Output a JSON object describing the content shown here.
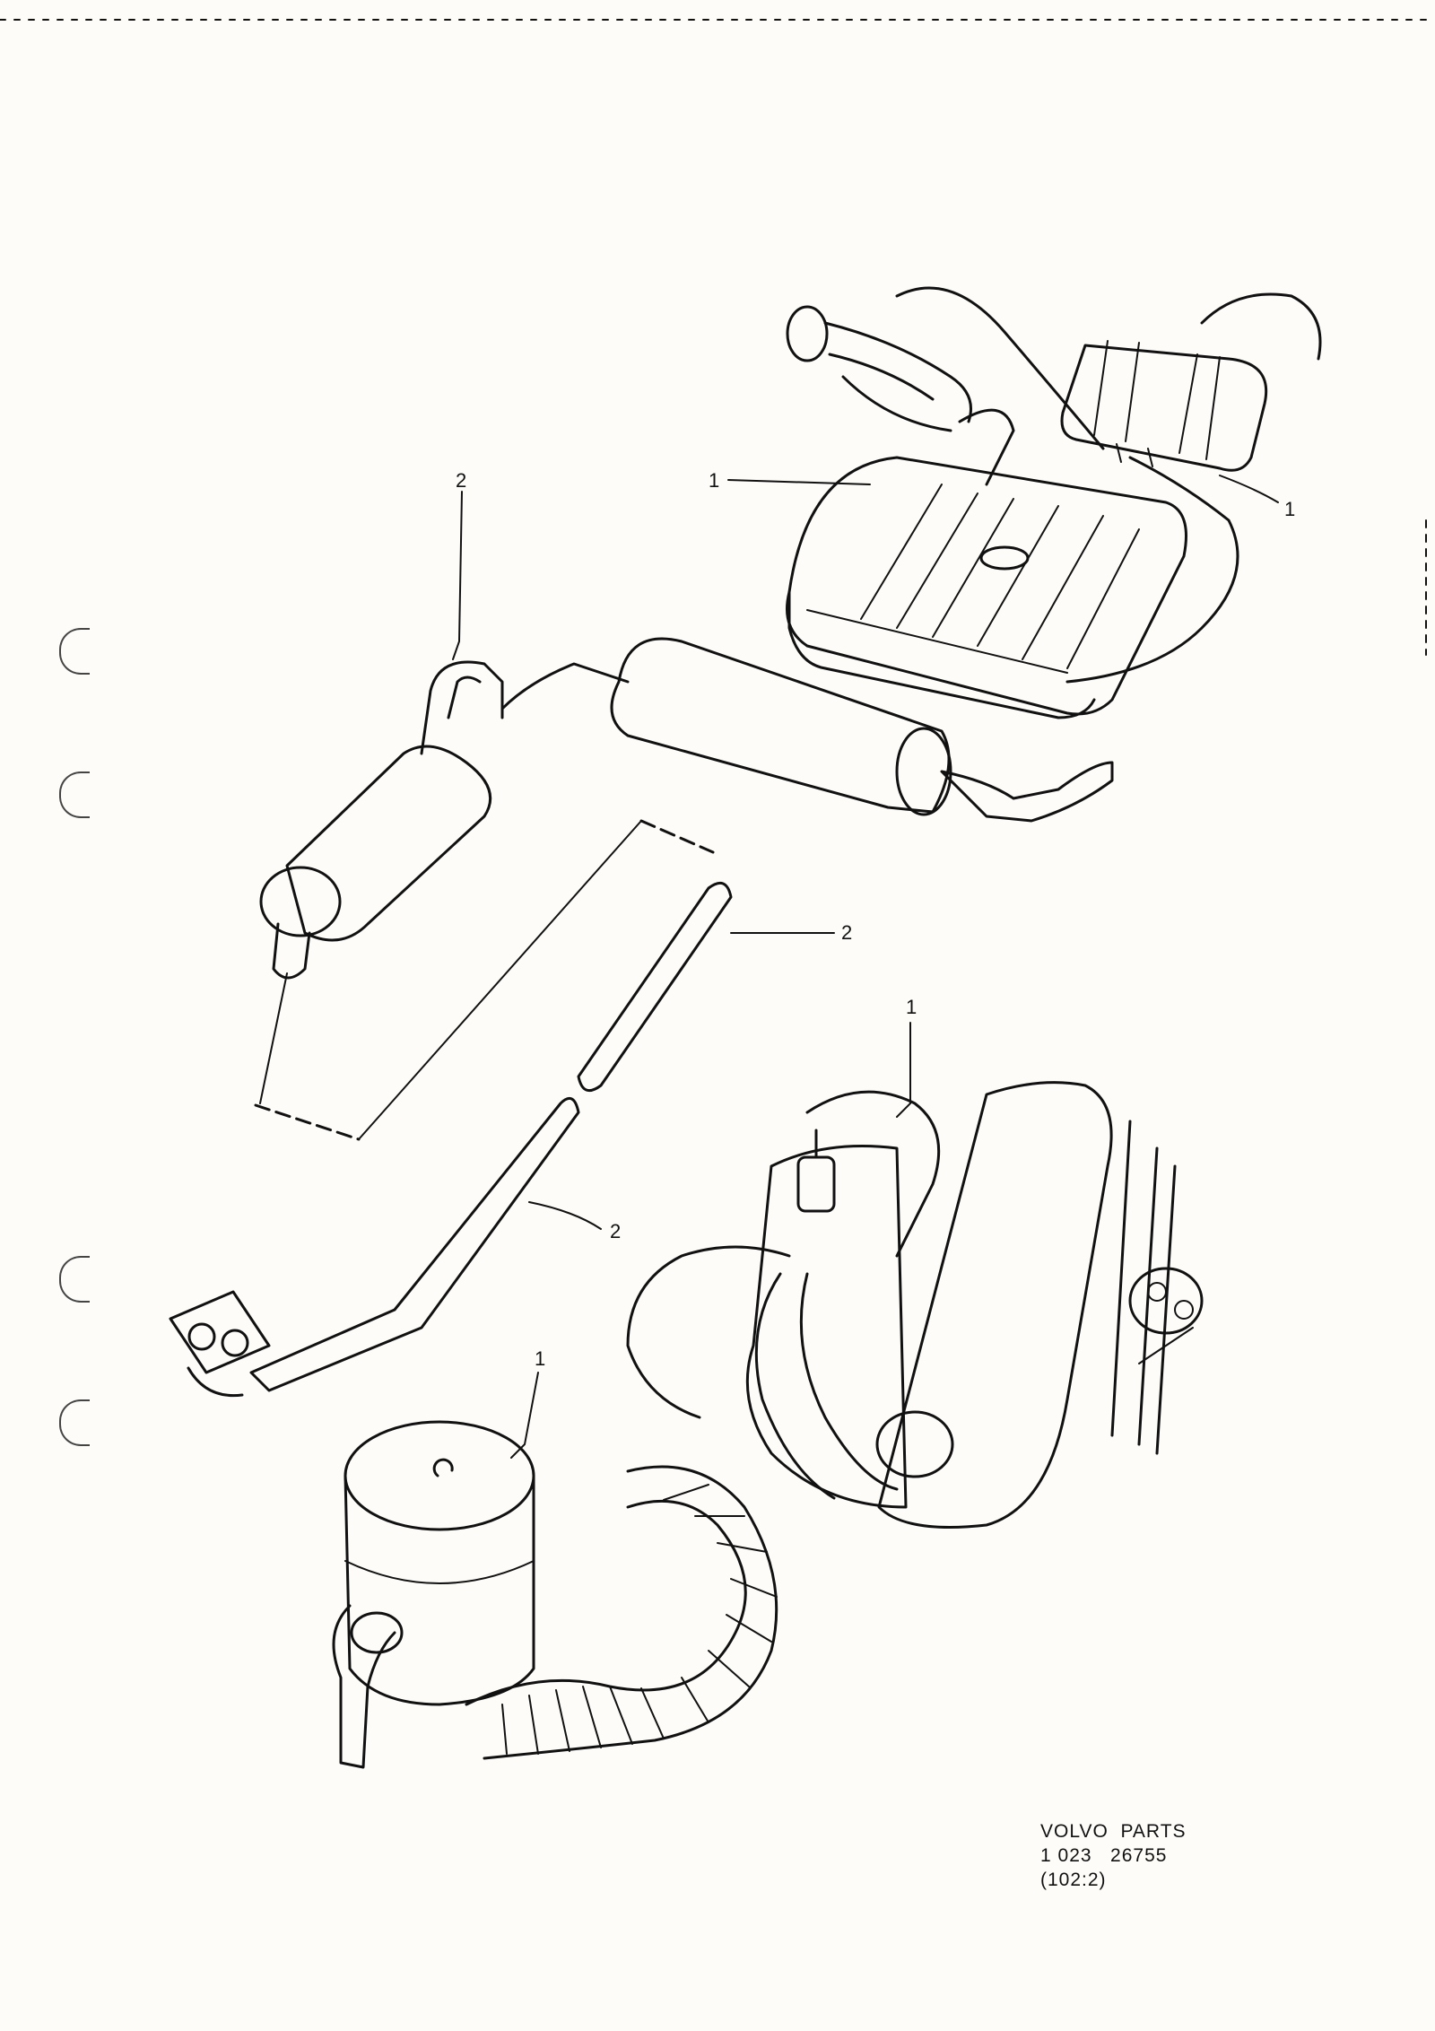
{
  "callouts": {
    "c1_tank": "1",
    "c1_canister": "1",
    "c2_exhaust": "2",
    "c2_hose": "2",
    "c2_pipe": "2",
    "c1_engine": "1",
    "c1_filter": "1"
  },
  "footer": {
    "brand": "VOLVO  PARTS",
    "number": "1 023   26755",
    "ref": "(102:2)"
  }
}
